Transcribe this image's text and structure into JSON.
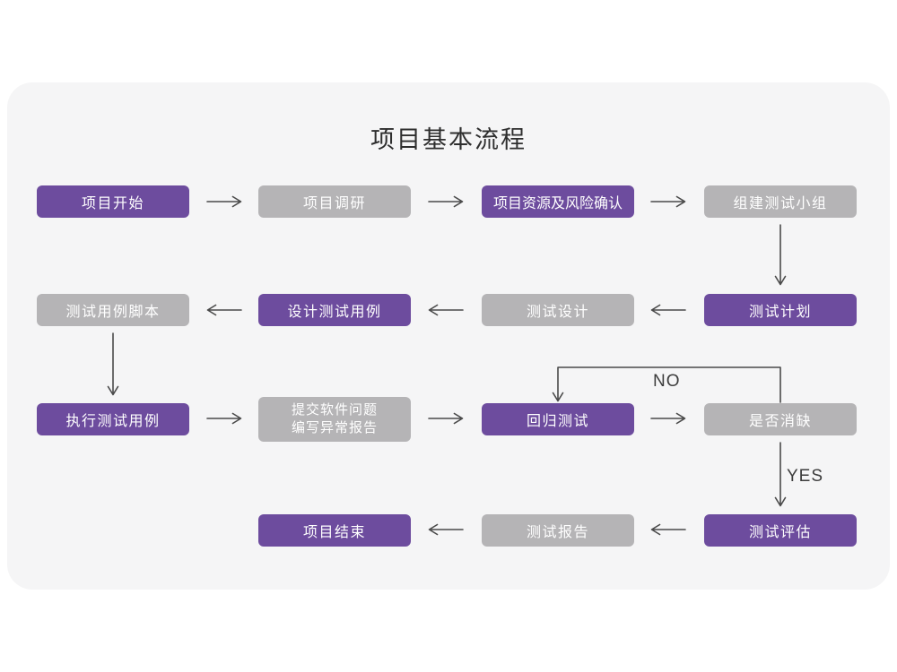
{
  "title": "项目基本流程",
  "colors": {
    "node_purple": "#6d4c9e",
    "node_gray": "#b5b4b6",
    "card_background": "#f5f5f6",
    "page_background": "#ffffff",
    "arrow": "#4a4a4a",
    "node_text": "#ffffff",
    "title_text": "#2e2e2e"
  },
  "decision_labels": {
    "no": "NO",
    "yes": "YES"
  },
  "nodes": [
    {
      "id": "project-start",
      "label": "项目开始",
      "variant": "purple"
    },
    {
      "id": "project-research",
      "label": "项目调研",
      "variant": "gray"
    },
    {
      "id": "resource-risk",
      "label": "项目资源及风险确认",
      "variant": "purple"
    },
    {
      "id": "build-team",
      "label": "组建测试小组",
      "variant": "gray"
    },
    {
      "id": "test-plan",
      "label": "测试计划",
      "variant": "purple"
    },
    {
      "id": "test-design",
      "label": "测试设计",
      "variant": "gray"
    },
    {
      "id": "design-cases",
      "label": "设计测试用例",
      "variant": "purple"
    },
    {
      "id": "case-script",
      "label": "测试用例脚本",
      "variant": "gray"
    },
    {
      "id": "execute-cases",
      "label": "执行测试用例",
      "variant": "purple"
    },
    {
      "id": "submit-issues",
      "label": "提交软件问题 编写异常报告",
      "variant": "gray",
      "lines": [
        "提交软件问题",
        "编写异常报告"
      ]
    },
    {
      "id": "regression-test",
      "label": "回归测试",
      "variant": "purple"
    },
    {
      "id": "defect-cleared",
      "label": "是否消缺",
      "variant": "gray"
    },
    {
      "id": "test-evaluate",
      "label": "测试评估",
      "variant": "purple"
    },
    {
      "id": "test-report",
      "label": "测试报告",
      "variant": "gray"
    },
    {
      "id": "project-end",
      "label": "项目结束",
      "variant": "purple"
    }
  ],
  "edges": [
    {
      "from": "project-start",
      "to": "project-research",
      "label": ""
    },
    {
      "from": "project-research",
      "to": "resource-risk",
      "label": ""
    },
    {
      "from": "resource-risk",
      "to": "build-team",
      "label": ""
    },
    {
      "from": "build-team",
      "to": "test-plan",
      "label": ""
    },
    {
      "from": "test-plan",
      "to": "test-design",
      "label": ""
    },
    {
      "from": "test-design",
      "to": "design-cases",
      "label": ""
    },
    {
      "from": "design-cases",
      "to": "case-script",
      "label": ""
    },
    {
      "from": "case-script",
      "to": "execute-cases",
      "label": ""
    },
    {
      "from": "execute-cases",
      "to": "submit-issues",
      "label": ""
    },
    {
      "from": "submit-issues",
      "to": "regression-test",
      "label": ""
    },
    {
      "from": "regression-test",
      "to": "defect-cleared",
      "label": ""
    },
    {
      "from": "defect-cleared",
      "to": "regression-test",
      "label": "NO"
    },
    {
      "from": "defect-cleared",
      "to": "test-evaluate",
      "label": "YES"
    },
    {
      "from": "test-evaluate",
      "to": "test-report",
      "label": ""
    },
    {
      "from": "test-report",
      "to": "project-end",
      "label": ""
    }
  ]
}
